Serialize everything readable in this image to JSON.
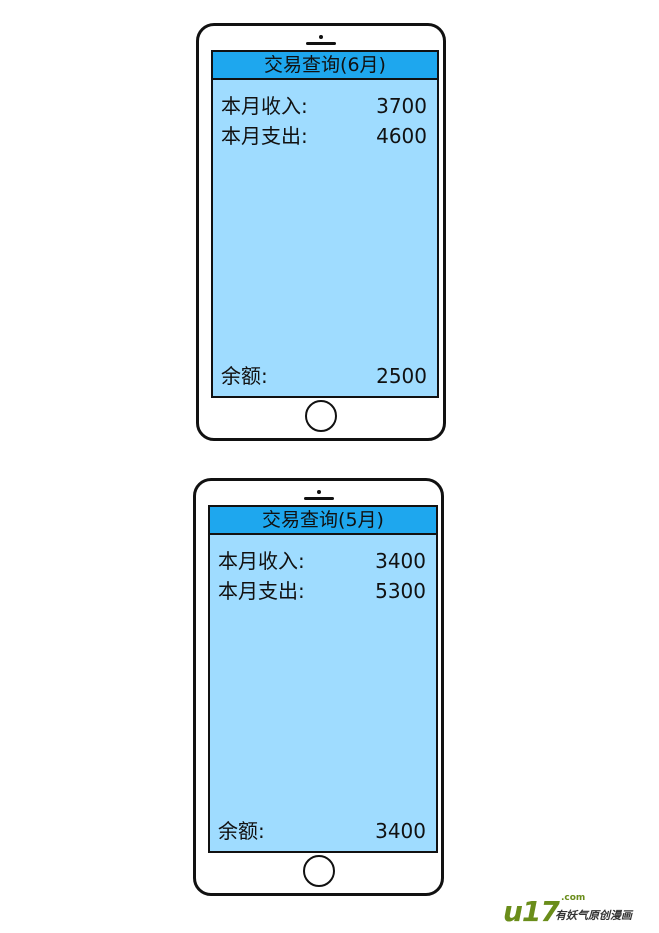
{
  "phones": [
    {
      "title": "交易查询(6月)",
      "income_label": "本月收入:",
      "income_value": "3700",
      "expense_label": "本月支出:",
      "expense_value": "4600",
      "balance_label": "余额:",
      "balance_value": "2500"
    },
    {
      "title": "交易查询(5月)",
      "income_label": "本月收入:",
      "income_value": "3400",
      "expense_label": "本月支出:",
      "expense_value": "5300",
      "balance_label": "余额:",
      "balance_value": "3400"
    }
  ],
  "logo": {
    "mark": "u17",
    "domain": ".com",
    "slogan": "有妖气原创漫画"
  },
  "colors": {
    "screen_bg": "#9fdcff",
    "title_bar_bg": "#1ea7ee",
    "logo_green": "#6a8d1a"
  }
}
